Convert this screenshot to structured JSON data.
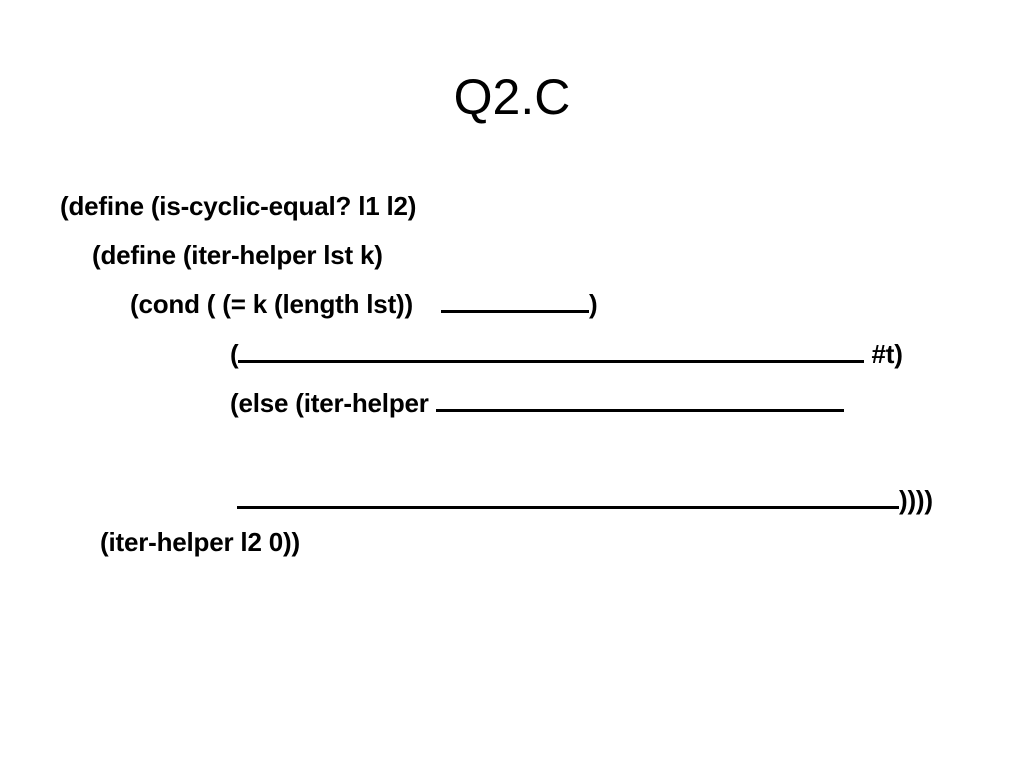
{
  "slide": {
    "title": "Q2.C",
    "lines": {
      "line1": "(define (is-cyclic-equal? l1 l2)",
      "line2": "(define (iter-helper lst k)",
      "line3_prefix": "(cond ( (= k (length lst))    ",
      "line3_suffix": ")",
      "line4_prefix": "(",
      "line4_suffix": " #t)",
      "line5_prefix": "(else (iter-helper ",
      "line6_suffix": "))))",
      "line7": "(iter-helper l2 0))"
    }
  }
}
